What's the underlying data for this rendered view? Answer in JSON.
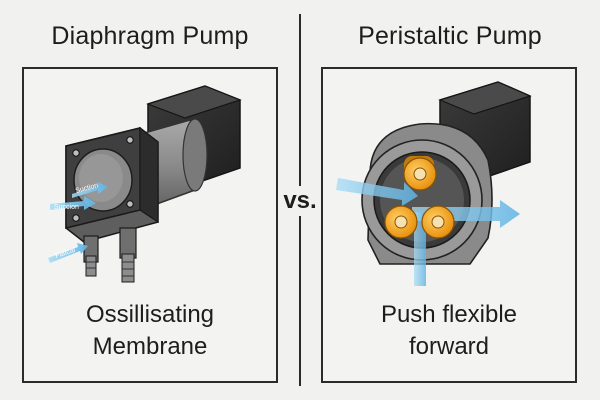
{
  "left": {
    "title": "Diaphragm Pump",
    "caption_line1": "Ossillisating",
    "caption_line2": "Membrane",
    "arrow_labels": {
      "top": "Suction",
      "middle": "Succion",
      "bottom": "Fatical"
    }
  },
  "right": {
    "title": "Peristaltic Pump",
    "caption_line1": "Push flexible",
    "caption_line2": "forward"
  },
  "center": {
    "vs": "vs."
  },
  "colors": {
    "background": "#f1f1ef",
    "motor_dark": "#2e2e2e",
    "housing_gray": "#8d8d8d",
    "arrow_blue": "#7ec3ea",
    "roller_orange": "#f2a51f"
  }
}
